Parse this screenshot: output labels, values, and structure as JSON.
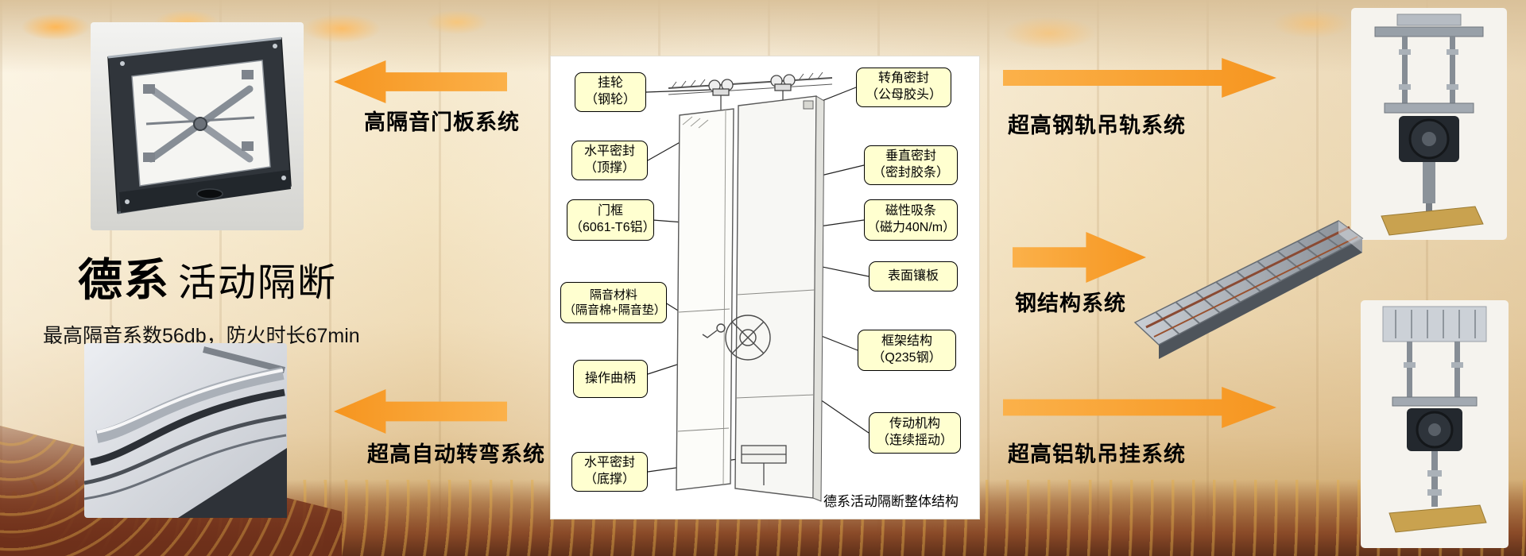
{
  "slide": {
    "title_brand": "德系",
    "title_name": "活动隔断",
    "subtitle": "最高隔音系数56db，防火时长67min"
  },
  "systems": {
    "left_top": "高隔音门板系统",
    "left_bottom": "超高自动转弯系统",
    "right_top": "超高钢轨吊轨系统",
    "right_middle": "钢结构系统",
    "right_bottom": "超高铝轨吊挂系统"
  },
  "diagram": {
    "caption": "德系活动隔断整体结构",
    "labels_left": [
      {
        "lines": [
          "挂轮",
          "（钢轮）"
        ]
      },
      {
        "lines": [
          "水平密封",
          "（顶撑）"
        ]
      },
      {
        "lines": [
          "门框",
          "（6061-T6铝）"
        ]
      },
      {
        "lines": [
          "隔音材料",
          "（隔音棉+隔音垫）"
        ]
      },
      {
        "lines": [
          "操作曲柄"
        ]
      },
      {
        "lines": [
          "水平密封",
          "（底撑）"
        ]
      }
    ],
    "labels_right": [
      {
        "lines": [
          "转角密封",
          "（公母胶头）"
        ]
      },
      {
        "lines": [
          "垂直密封",
          "（密封胶条）"
        ]
      },
      {
        "lines": [
          "磁性吸条",
          "（磁力40N/m）"
        ]
      },
      {
        "lines": [
          "表面镶板"
        ]
      },
      {
        "lines": [
          "框架结构",
          "（Q235钢）"
        ]
      },
      {
        "lines": [
          "传动机构",
          "（连续摇动）"
        ]
      }
    ]
  },
  "colors": {
    "arrow_orange": "#F79A2E",
    "callout_yellow": "#FFFFD0",
    "carpet_red": "#8A4A28"
  }
}
